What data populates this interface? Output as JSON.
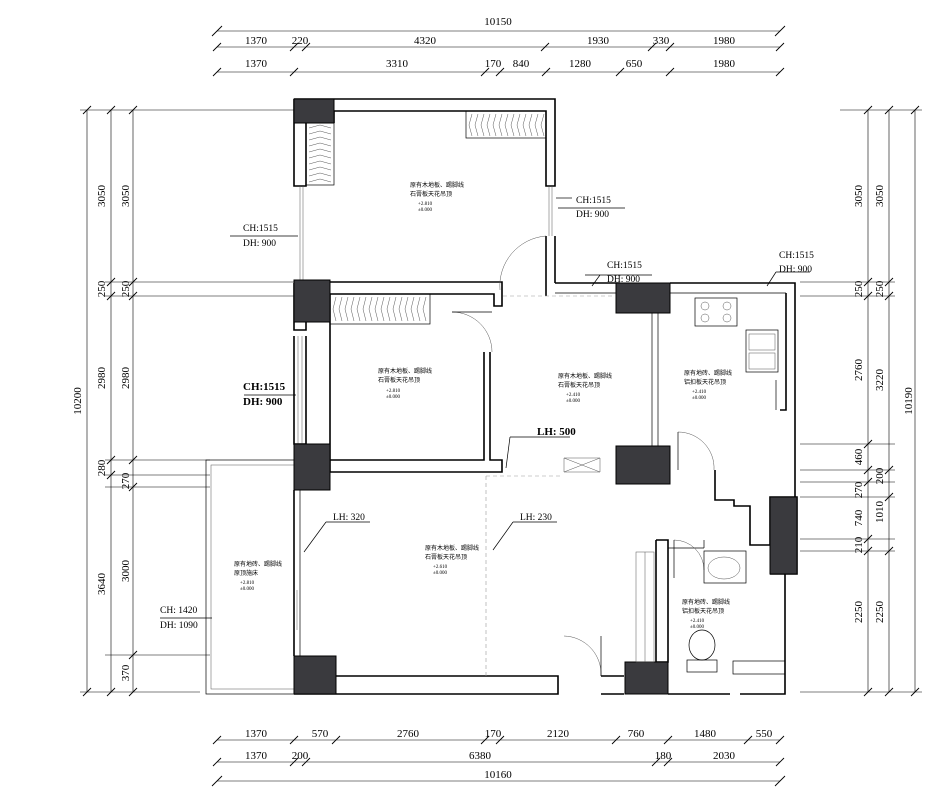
{
  "dimensions": {
    "top_total": "10150",
    "top_row1": [
      "1370",
      "220",
      "4320",
      "1930",
      "330",
      "1980"
    ],
    "top_row2": [
      "1370",
      "3310",
      "170",
      "840",
      "1280",
      "650",
      "1980"
    ],
    "bottom_row1": [
      "1370",
      "570",
      "2760",
      "170",
      "2120",
      "760",
      "1480",
      "550"
    ],
    "bottom_row2": [
      "1370",
      "200",
      "6380",
      "180",
      "2030"
    ],
    "bottom_total": "10160",
    "left_total": "10200",
    "left_outer": [
      "3050",
      "250",
      "2980",
      "280",
      "3640"
    ],
    "left_inner": [
      "3050",
      "250",
      "2980",
      "270",
      "3000",
      "370"
    ],
    "right_total": "10190",
    "right_inner": [
      "3050",
      "250",
      "2760",
      "460",
      "270",
      "740",
      "210",
      "2250"
    ],
    "right_outer": [
      "3050",
      "250",
      "3220",
      "200",
      "1010",
      "2250"
    ]
  },
  "annotations": {
    "ch1515": "CH:1515",
    "dh900": "DH: 900",
    "ch1420": "CH: 1420",
    "dh1090": "DH: 1090",
    "lh320": "LH: 320",
    "lh230": "LH: 230",
    "lh500": "LH: 500",
    "ch1515_bold": "CH:1515",
    "dh900_bold": "DH: 900"
  },
  "rooms": {
    "wood_gypsum_1": "原有木地板、踢脚线",
    "wood_gypsum_2": "石膏板天花吊顶",
    "tile_alu_1": "原有地砖、踢脚线",
    "tile_alu_2": "铝扣板天花吊顶",
    "tile_orig_2": "原顶施床",
    "level_a": "+2.810",
    "level_b": "+2.410",
    "level_c": "+2.610",
    "level_zero": "±0.000"
  }
}
